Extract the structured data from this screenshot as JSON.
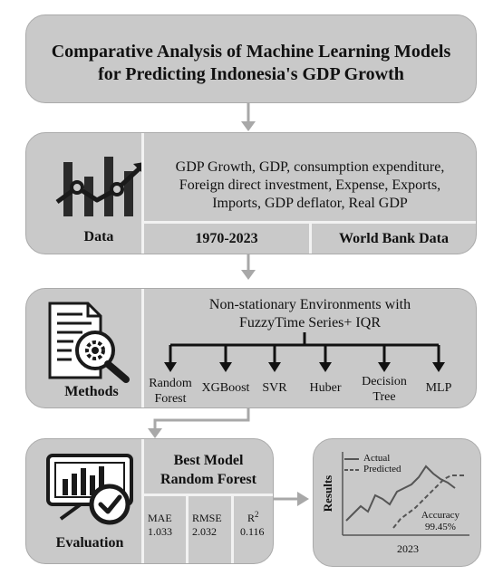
{
  "title": {
    "line1": "Comparative Analysis of Machine Learning Models",
    "line2": "for Predicting Indonesia's GDP Growth"
  },
  "data_section": {
    "label": "Data",
    "variables_line1": "GDP Growth, GDP, consumption expenditure,",
    "variables_line2": "Foreign direct investment, Expense, Exports,",
    "variables_line3": "Imports, GDP deflator, Real GDP",
    "period": "1970-2023",
    "source": "World Bank Data"
  },
  "methods_section": {
    "label": "Methods",
    "heading_line1": "Non-stationary Environments with",
    "heading_line2": "FuzzyTime Series+ IQR",
    "models": [
      {
        "line1": "Random",
        "line2": "Forest"
      },
      {
        "line1": "XGBoost",
        "line2": ""
      },
      {
        "line1": "SVR",
        "line2": ""
      },
      {
        "line1": "Huber",
        "line2": ""
      },
      {
        "line1": "Decision",
        "line2": "Tree"
      },
      {
        "line1": "MLP",
        "line2": ""
      }
    ]
  },
  "evaluation_section": {
    "label": "Evaluation",
    "best_line1": "Best Model",
    "best_line2": "Random Forest",
    "metrics": [
      {
        "name": "MAE",
        "value": "1.033"
      },
      {
        "name": "RMSE",
        "value": "2.032"
      },
      {
        "name": "R",
        "sup": "2",
        "value": "0.116"
      }
    ]
  },
  "results_section": {
    "ylabel": "Results",
    "xlabel": "2023",
    "legend_actual": "Actual",
    "legend_predicted": "Predicted",
    "accuracy_label": "Accuracy",
    "accuracy_value": "99.45%"
  },
  "colors": {
    "box": "#c9c9c9",
    "divider": "#f2f2f2",
    "arrow": "#a8a8a8",
    "line": "#555555"
  }
}
